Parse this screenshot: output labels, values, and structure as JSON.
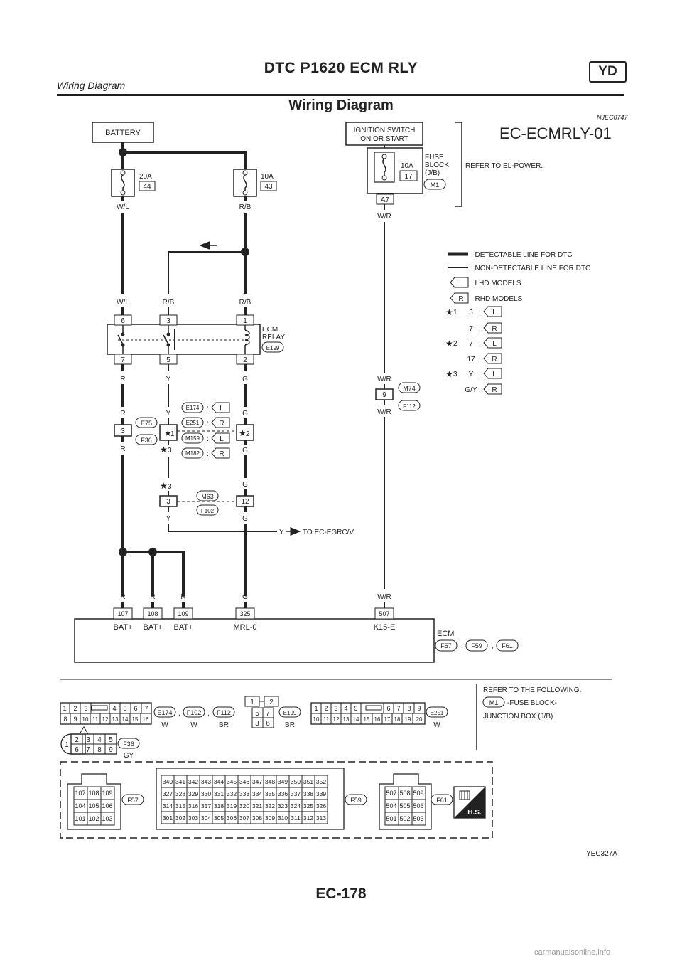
{
  "header": {
    "title": "DTC P1620 ECM RLY",
    "badge": "YD",
    "subtitle": "Wiring Diagram"
  },
  "section": {
    "title": "Wiring Diagram",
    "code": "NJEC0747"
  },
  "diagram": {
    "id": "EC-ECMRLY-01",
    "battery": "BATTERY",
    "ignition": [
      "IGNITION SWITCH",
      "ON OR START"
    ],
    "fuse_left": {
      "rating": "20A",
      "number": "44",
      "wire": "W/L"
    },
    "fuse_mid": {
      "rating": "10A",
      "number": "43",
      "wire": "R/B"
    },
    "fuse_right": {
      "rating": "10A",
      "number": "17",
      "terminal": "A7",
      "wire": "W/R"
    },
    "fuse_block": [
      "FUSE",
      "BLOCK",
      "(J/B)"
    ],
    "fuse_block_conn": "M1",
    "refer_power": "REFER TO EL-POWER.",
    "relay": {
      "name": [
        "ECM",
        "RELAY"
      ],
      "conn": "E199",
      "top_pins": [
        "6",
        "3",
        "1"
      ],
      "bottom_pins": [
        "7",
        "5",
        "2"
      ],
      "top_wires": [
        "W/L",
        "R/B",
        "R/B"
      ],
      "bottom_wires": [
        "R",
        "Y",
        "G"
      ]
    },
    "joint_a": {
      "pin": "3",
      "conns": [
        "E75",
        "F36"
      ],
      "wire_in": "R",
      "wire_out": "R"
    },
    "joint_b": {
      "star1": "1",
      "star2": "2",
      "star3": "3",
      "wire_y": "Y",
      "wire_g": "G",
      "options": [
        {
          "conn": "E174",
          "model": "L"
        },
        {
          "conn": "E251",
          "model": "R"
        },
        {
          "conn": "M159",
          "model": "L"
        },
        {
          "conn": "M182",
          "model": "R"
        }
      ]
    },
    "joint_c": {
      "pin_y": "3",
      "pin_g": "12",
      "conns": [
        "M63",
        "F102"
      ],
      "wire_y": "Y",
      "wire_g": "G"
    },
    "joint_d": {
      "pin": "9",
      "conns": [
        "M74",
        "F112"
      ],
      "wire_in": "W/R",
      "wire_out": "W/R"
    },
    "to_egrc": {
      "wire": "Y",
      "label": "TO EC-EGRC/V"
    },
    "ecm": {
      "label": "ECM",
      "conns": [
        "F57",
        "F59",
        "F61"
      ],
      "wires": [
        "R",
        "R",
        "R",
        "G",
        "W/R"
      ],
      "pins": [
        "107",
        "108",
        "109",
        "325",
        "507"
      ],
      "names": [
        "BAT+",
        "BAT+",
        "BAT+",
        "MRL-0",
        "K15-E"
      ]
    },
    "legend": {
      "detectable": ": DETECTABLE LINE FOR DTC",
      "non_detectable": ": NON-DETECTABLE LINE FOR  DTC",
      "lhd": ": LHD MODELS",
      "rhd": ": RHD MODELS",
      "star_rows": [
        {
          "star": "1",
          "value": "3",
          "model": "L"
        },
        {
          "star": "",
          "value": "7",
          "model": "R"
        },
        {
          "star": "2",
          "value": "7",
          "model": "L"
        },
        {
          "star": "",
          "value": "17",
          "model": "R"
        },
        {
          "star": "3",
          "value": "Y",
          "model": "L"
        },
        {
          "star": "",
          "value": "G/Y",
          "model": "R"
        }
      ]
    }
  },
  "connectors": {
    "c1": {
      "top": [
        "1",
        "2",
        "3",
        "4",
        "5",
        "6",
        "7"
      ],
      "bottom": [
        "8",
        "9",
        "10",
        "11",
        "12",
        "13",
        "14",
        "15",
        "16"
      ],
      "names": [
        "E174",
        "F102",
        "F112"
      ],
      "colors": [
        "W",
        "W",
        "BR"
      ]
    },
    "c2": {
      "rows": [
        [
          "1",
          "2"
        ],
        [
          "5",
          "7"
        ],
        [
          "3",
          "6"
        ]
      ],
      "name": "E199",
      "color": "BR"
    },
    "c3": {
      "top": [
        "1",
        "2",
        "3",
        "4",
        "5",
        "6",
        "7",
        "8",
        "9"
      ],
      "bottom": [
        "10",
        "11",
        "12",
        "13",
        "14",
        "15",
        "16",
        "17",
        "18",
        "19",
        "20"
      ],
      "name": "E251",
      "color": "W"
    },
    "c4": {
      "one": "1",
      "top": [
        "2",
        "3",
        "4",
        "5"
      ],
      "bottom": [
        "6",
        "7",
        "8",
        "9"
      ],
      "name": "F36",
      "color": "GY"
    },
    "refer": {
      "title": "REFER TO THE FOLLOWING.",
      "conn": "M1",
      "line1": "-FUSE BLOCK-",
      "line2": "JUNCTION BOX (J/B)"
    },
    "f57": {
      "rows": [
        [
          "107",
          "108",
          "109"
        ],
        [
          "104",
          "105",
          "106"
        ],
        [
          "101",
          "102",
          "103"
        ]
      ],
      "name": "F57"
    },
    "f59": {
      "rows": [
        [
          "340",
          "341",
          "342",
          "343",
          "344",
          "345",
          "346",
          "347",
          "348",
          "349",
          "350",
          "351",
          "352"
        ],
        [
          "327",
          "328",
          "329",
          "330",
          "331",
          "332",
          "333",
          "334",
          "335",
          "336",
          "337",
          "338",
          "339"
        ],
        [
          "314",
          "315",
          "316",
          "317",
          "318",
          "319",
          "320",
          "321",
          "322",
          "323",
          "324",
          "325",
          "326"
        ],
        [
          "301",
          "302",
          "303",
          "304",
          "305",
          "306",
          "307",
          "308",
          "309",
          "310",
          "311",
          "312",
          "313"
        ]
      ],
      "name": "F59"
    },
    "f61": {
      "rows": [
        [
          "507",
          "508",
          "509"
        ],
        [
          "504",
          "505",
          "506"
        ],
        [
          "501",
          "502",
          "503"
        ]
      ],
      "name": "F61",
      "hs": "H.S."
    }
  },
  "figure_code": "YEC327A",
  "page_number": "EC-178",
  "footer": "carmanualsonline.info"
}
